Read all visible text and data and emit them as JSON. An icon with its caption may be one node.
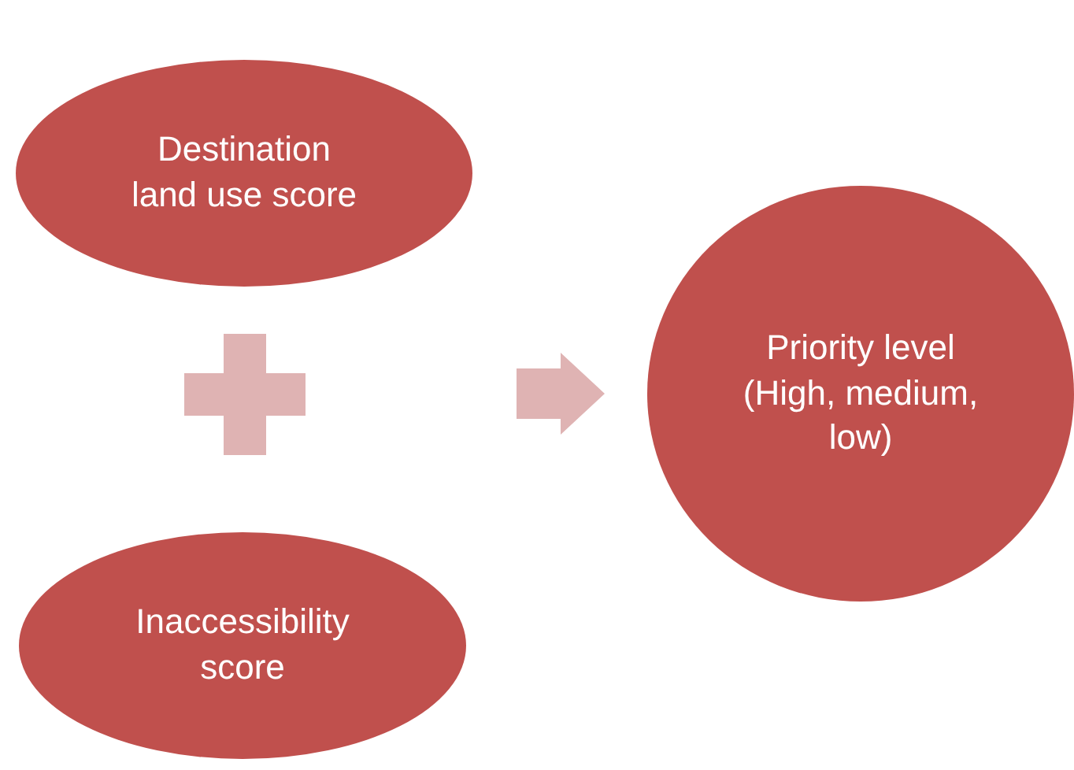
{
  "diagram": {
    "nodes": [
      {
        "text": [
          "Destination land use score"
        ]
      },
      {
        "text": [
          "Inaccessibility score"
        ]
      },
      {
        "text": [
          "Priority level (High, medium, low)"
        ]
      }
    ],
    "edges": [
      {
        "from": null,
        "to": 2,
        "arrow": "to"
      }
    ]
  }
}
